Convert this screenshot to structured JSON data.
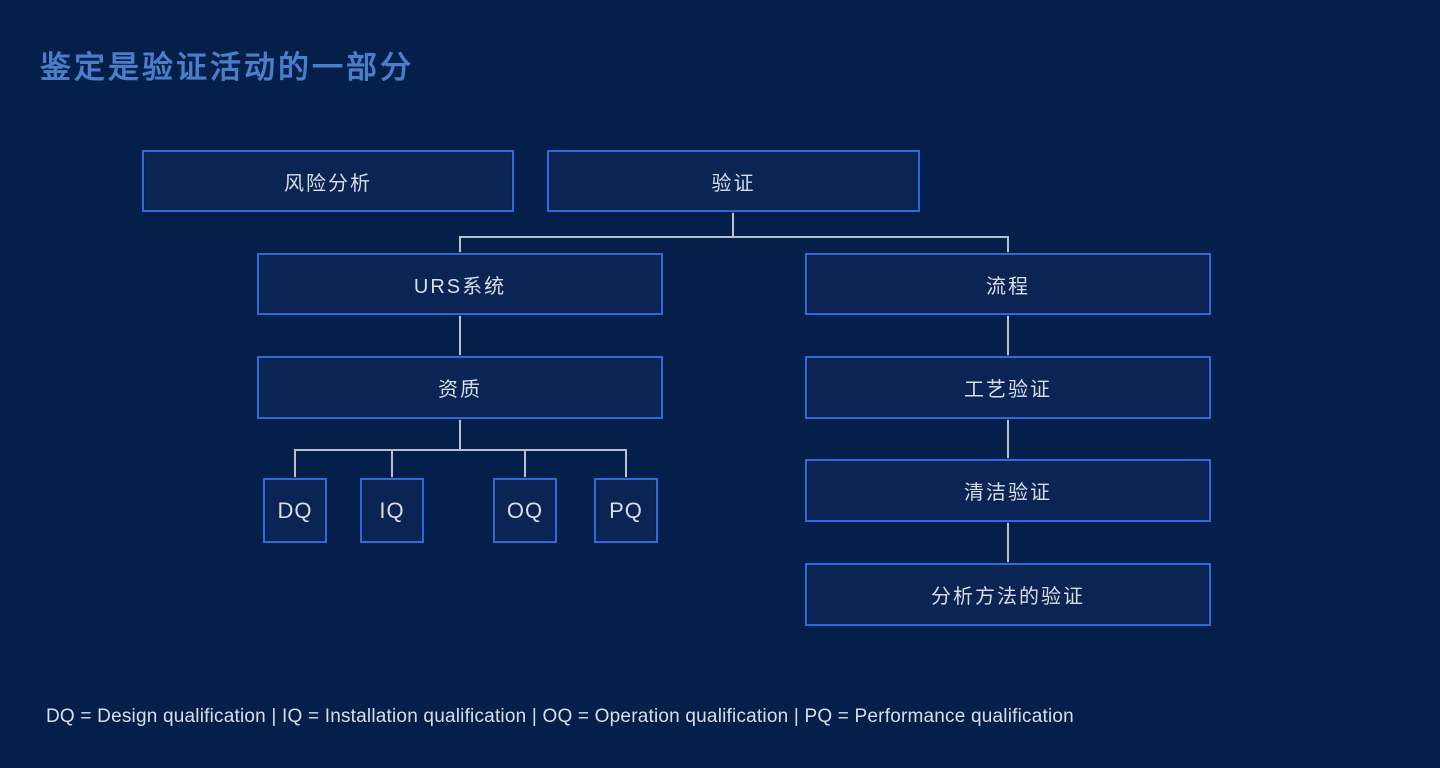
{
  "title": "鉴定是验证活动的一部分",
  "colors": {
    "background": "#04204a",
    "box_border": "#2e6ad8",
    "box_fill": "#0a2454",
    "title_text": "#4a7dca",
    "box_text": "#d9dde5",
    "connector": "#b7c0ce",
    "legend_text": "#d8dee8"
  },
  "diagram": {
    "type": "hierarchy-flowchart",
    "nodes": [
      {
        "id": "risk-analysis",
        "label": "风险分析"
      },
      {
        "id": "validation",
        "label": "验证"
      },
      {
        "id": "urs-system",
        "label": "URS系统",
        "parent": "validation"
      },
      {
        "id": "process",
        "label": "流程",
        "parent": "validation"
      },
      {
        "id": "qualification",
        "label": "资质",
        "parent": "urs-system"
      },
      {
        "id": "process-validation",
        "label": "工艺验证",
        "parent": "process"
      },
      {
        "id": "cleaning-validation",
        "label": "清洁验证",
        "parent": "process-validation"
      },
      {
        "id": "analytical-method-validation",
        "label": "分析方法的验证",
        "parent": "cleaning-validation"
      },
      {
        "id": "dq",
        "label": "DQ",
        "parent": "qualification"
      },
      {
        "id": "iq",
        "label": "IQ",
        "parent": "qualification"
      },
      {
        "id": "oq",
        "label": "OQ",
        "parent": "qualification"
      },
      {
        "id": "pq",
        "label": "PQ",
        "parent": "qualification"
      }
    ]
  },
  "footer": {
    "legend": "DQ = Design qualification | IQ = Installation qualification | OQ = Operation qualification | PQ = Performance qualification"
  }
}
